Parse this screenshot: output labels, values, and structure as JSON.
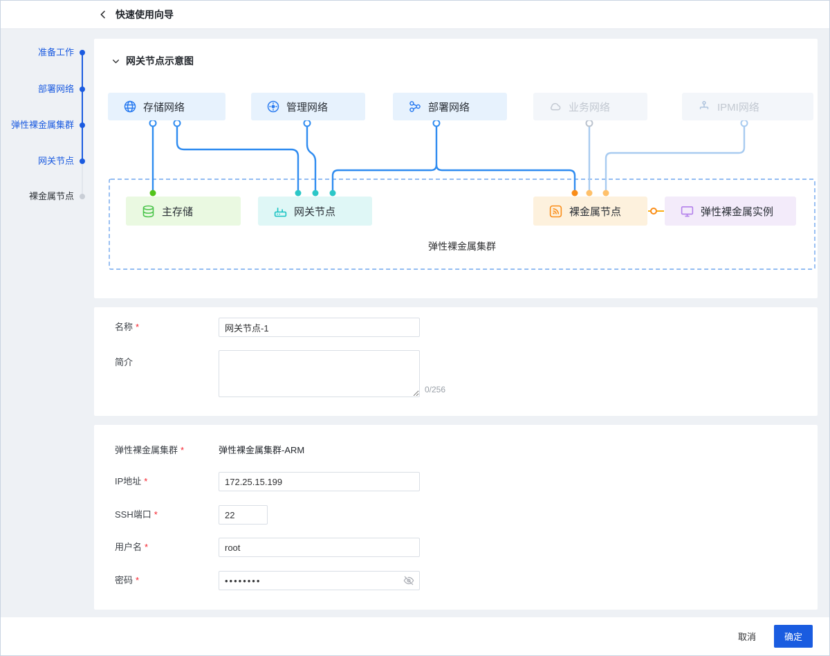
{
  "header": {
    "title": "快速使用向导"
  },
  "steps": [
    {
      "label": "准备工作",
      "state": "done"
    },
    {
      "label": "部署网络",
      "state": "done"
    },
    {
      "label": "弹性裸金属集群",
      "state": "done"
    },
    {
      "label": "网关节点",
      "state": "done"
    },
    {
      "label": "裸金属节点",
      "state": "pending"
    }
  ],
  "diagram": {
    "section_title": "网关节点示意图",
    "networks": [
      {
        "label": "存储网络",
        "icon": "globe-icon",
        "state": "active"
      },
      {
        "label": "管理网络",
        "icon": "gear-icon",
        "state": "active"
      },
      {
        "label": "部署网络",
        "icon": "cluster-icon",
        "state": "active"
      },
      {
        "label": "业务网络",
        "icon": "cloud-icon",
        "state": "inactive"
      },
      {
        "label": "IPMI网络",
        "icon": "ipmi-drop-icon",
        "state": "inactive"
      }
    ],
    "nodes": [
      {
        "label": "主存储",
        "icon": "database-icon",
        "accent": "#52C41A"
      },
      {
        "label": "网关节点",
        "icon": "router-icon",
        "accent": "#13C2C2"
      },
      {
        "label": "裸金属节点",
        "icon": "bare-metal-icon",
        "accent": "#FA8C16"
      },
      {
        "label": "弹性裸金属实例",
        "icon": "monitor-icon",
        "accent": "#B37FEB"
      }
    ],
    "cluster_label": "弹性裸金属集群"
  },
  "form_basic": {
    "name": {
      "label": "名称",
      "required": true,
      "value": "网关节点-1"
    },
    "description": {
      "label": "简介",
      "required": false,
      "value": "",
      "counter": "0/256"
    }
  },
  "form_connection": {
    "cluster": {
      "label": "弹性裸金属集群",
      "required": true,
      "value": "弹性裸金属集群-ARM"
    },
    "ip": {
      "label": "IP地址",
      "required": true,
      "value": "172.25.15.199"
    },
    "ssh_port": {
      "label": "SSH端口",
      "required": true,
      "value": "22"
    },
    "username": {
      "label": "用户名",
      "required": true,
      "value": "root"
    },
    "password": {
      "label": "密码",
      "required": true,
      "value": "••••••••",
      "masked": true
    }
  },
  "footer": {
    "cancel_label": "取消",
    "confirm_label": "确定"
  },
  "colors": {
    "primary": "#1A5CE0",
    "line_active": "#2E8BF0",
    "line_inactive": "#A8CBF0",
    "green": "#52C41A",
    "cyan": "#13C2C2",
    "orange": "#FA8C16",
    "light_orange": "#FFC069",
    "purple": "#B37FEB"
  }
}
